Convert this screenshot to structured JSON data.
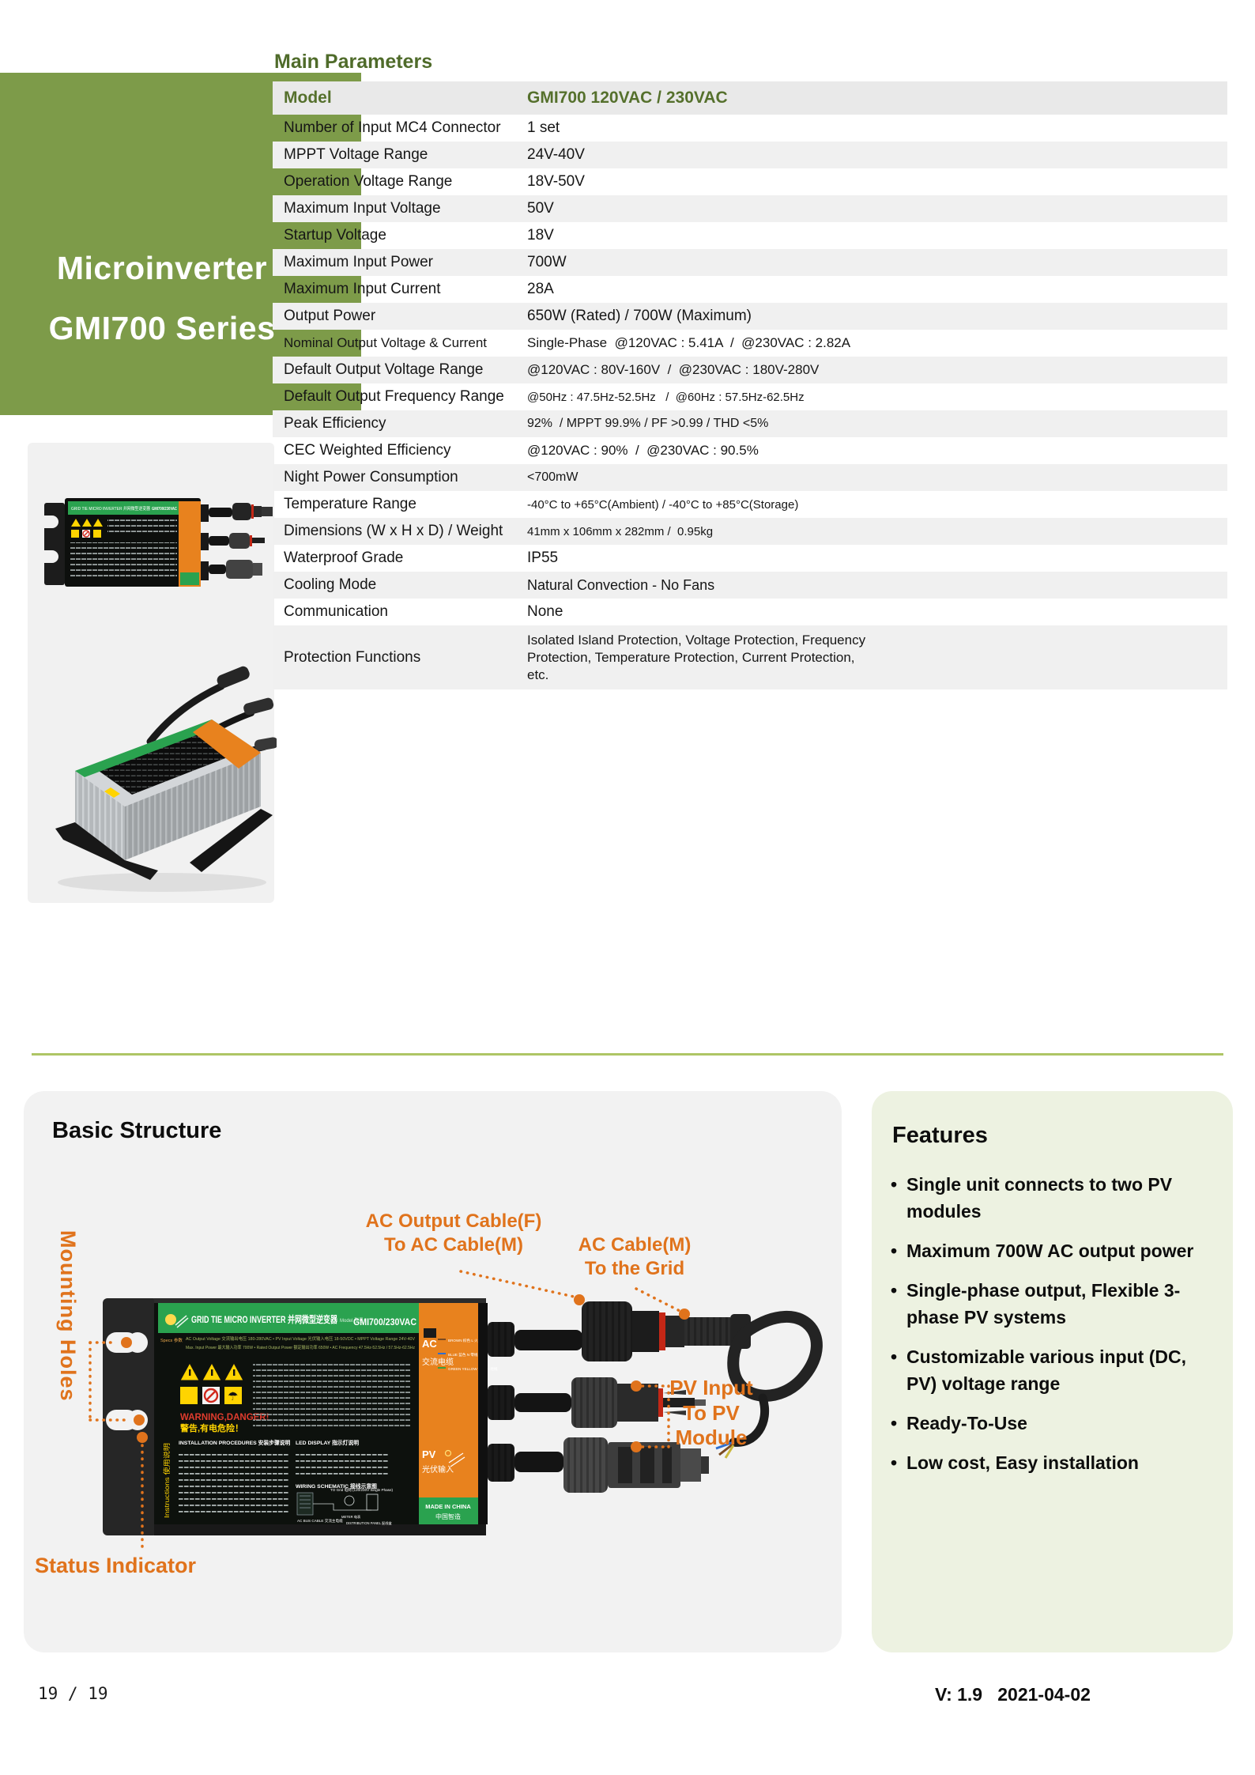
{
  "banner": {
    "line1": "Microinverter",
    "line2": "GMI700 Series"
  },
  "main_parameters": {
    "title": "Main Parameters",
    "header": {
      "label": "Model",
      "value": "GMI700 120VAC / 230VAC"
    },
    "rows": [
      {
        "label": "Number of Input MC4 Connector",
        "value": "1 set"
      },
      {
        "label": "MPPT Voltage Range",
        "value": "24V-40V"
      },
      {
        "label": "Operation Voltage Range",
        "value": "18V-50V"
      },
      {
        "label": "Maximum Input Voltage",
        "value": "50V"
      },
      {
        "label": "Startup Voltage",
        "value": "18V"
      },
      {
        "label": "Maximum Input Power",
        "value": "700W"
      },
      {
        "label": "Maximum Input Current",
        "value": "28A"
      },
      {
        "label": "Output Power",
        "value": "650W (Rated) / 700W (Maximum)"
      },
      {
        "label": "Nominal Output Voltage & Current",
        "value": "Single-Phase  @120VAC : 5.41A  /  @230VAC : 2.82A"
      },
      {
        "label": "Default Output Voltage Range",
        "value": "@120VAC : 80V-160V  /  @230VAC : 180V-280V"
      },
      {
        "label": "Default Output Frequency Range",
        "value": "@50Hz : 47.5Hz-52.5Hz   /  @60Hz : 57.5Hz-62.5Hz"
      },
      {
        "label": "Peak Efficiency",
        "value": "92%  / MPPT 99.9% / PF >0.99 / THD <5%"
      },
      {
        "label": "CEC Weighted Efficiency",
        "value": "@120VAC : 90%  /  @230VAC : 90.5%"
      },
      {
        "label": "Night Power Consumption",
        "value": "<700mW"
      },
      {
        "label": "Temperature Range",
        "value": "-40°C to +65°C(Ambient) / -40°C to +85°C(Storage)"
      },
      {
        "label": "Dimensions (W x H x D) / Weight",
        "value": "41mm x 106mm x 282mm /  0.95kg"
      },
      {
        "label": "Waterproof Grade",
        "value": "IP55"
      },
      {
        "label": "Cooling Mode",
        "value": "Natural Convection - No Fans"
      },
      {
        "label": "Communication",
        "value": "None"
      },
      {
        "label": "Protection Functions",
        "value": "Isolated Island Protection, Voltage Protection, Frequency Protection, Temperature Protection, Current Protection, etc."
      }
    ]
  },
  "basic_structure": {
    "title": "Basic Structure",
    "callouts": {
      "mounting_holes": "Mounting Holes",
      "status_indicator": "Status Indicator",
      "ac_output": "AC Output Cable(F)\nTo AC Cable(M)",
      "ac_cable": "AC Cable(M)\nTo the Grid",
      "pv_input": "PV Input\nTo PV\nModule"
    },
    "device_label": {
      "header": "GRID TIE MICRO INVERTER 并网微型逆变器",
      "model_prefix": "Model 型号",
      "model": "GMI700/230VAC",
      "spec_label": "Specs 参数",
      "spec_line1": "AC Output Voltage 交流输出电压 180-280VAC • PV Input Voltage 光伏输入电压 18-50VDC • MPPT Voltage Range 24V-40V",
      "spec_line2": "Max. Input Power 最大输入功率 700W • Rated Output Power 额定输出功率 650W • AC Frequency 47.5Hz-52.5Hz / 57.5Hz-62.5Hz",
      "warning_en": "WARNING,DANGER!",
      "warning_cn": "警告,有电危险！",
      "instructions": "Instructions 使用说明",
      "installation": "INSTALLATION PROCEDURES 安装步骤说明",
      "led_display": "LED DISPLAY 指示灯说明",
      "wiring": "WIRING SCHEMATIC 接线示意图",
      "to_grid": "TO Grid 电网 (120/230V Single Phase)",
      "meter": "METER 电表",
      "ac_bus": "AC BUS CABLE 交流主电缆",
      "dist_panel": "DISTRIBUTION PANEL 配线盒",
      "ac": "AC",
      "ac_cn": "交流电缆",
      "pv": "PV",
      "pv_cn": "光伏输入",
      "wire_brown": "BROWN 棕色 L 火线",
      "wire_blue": "BLUE 蓝色 N 零线",
      "wire_green": "GREEN YELLOW 绿黄 G 地线",
      "made_in": "MADE IN CHINA",
      "made_in_cn": "中国智造"
    }
  },
  "features": {
    "title": "Features",
    "bullet": "•",
    "items": [
      "Single unit connects to two PV modules",
      "Maximum 700W AC output power",
      "Single-phase output, Flexible 3-phase PV systems",
      "Customizable various input (DC, PV) voltage range",
      "Ready-To-Use",
      "Low cost, Easy installation"
    ]
  },
  "footer": {
    "page": "19 / 19",
    "version": "V: 1.9   2021-04-02"
  },
  "colors": {
    "brand_green": "#7d9b49",
    "title_green": "#4f6b2a",
    "accent_orange": "#e0731c",
    "divider_green": "#aec565",
    "features_bg": "#edf2e1",
    "panel_bg": "#f2f2f2",
    "device_green": "#2aa24f",
    "device_orange": "#e8821e"
  }
}
